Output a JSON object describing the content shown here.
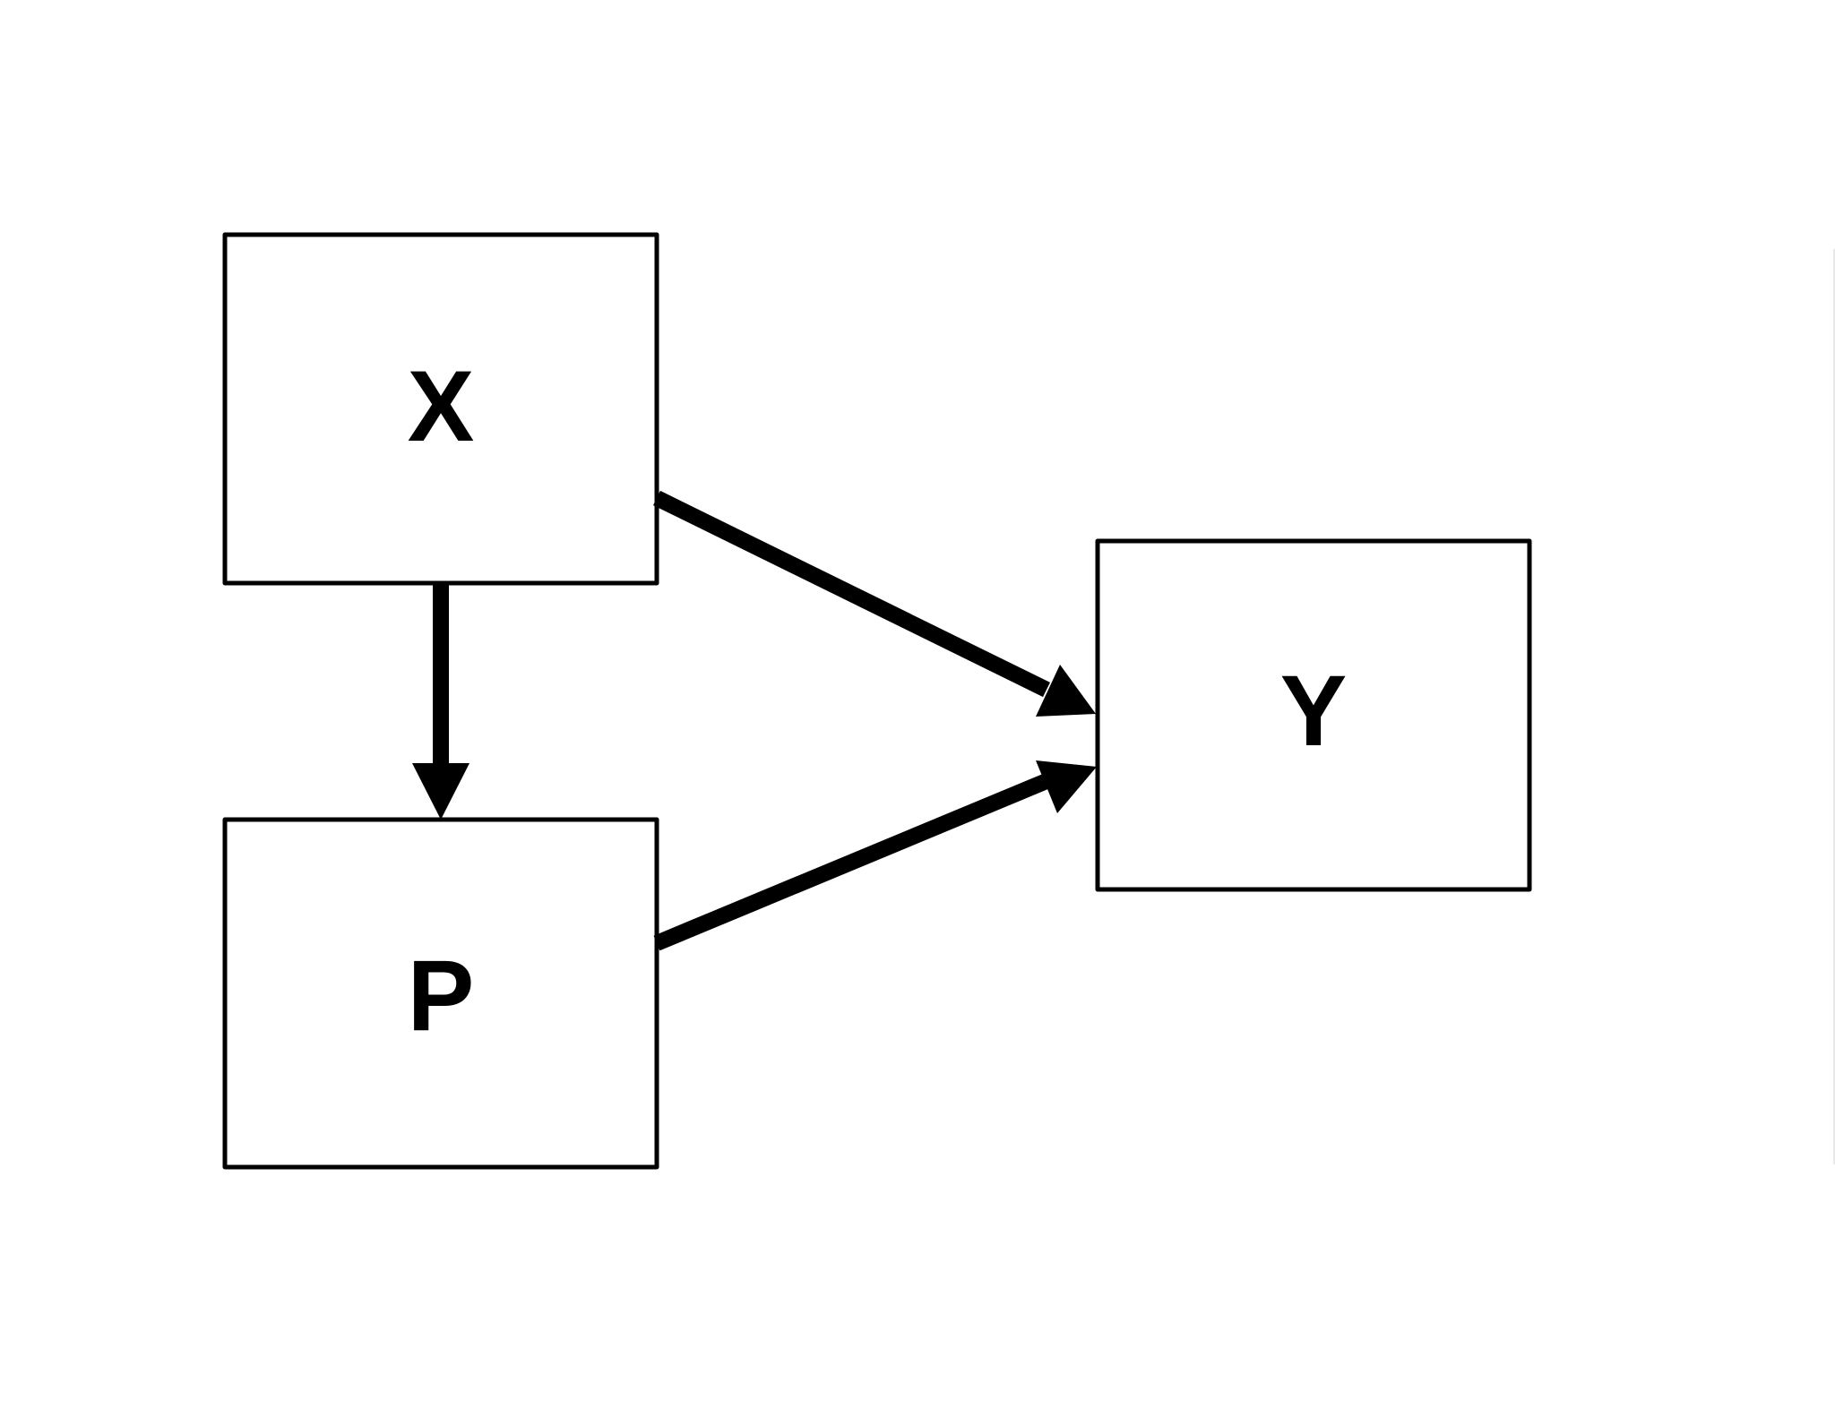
{
  "nodes": {
    "x": {
      "label": "X"
    },
    "p": {
      "label": "P"
    },
    "y": {
      "label": "Y"
    }
  },
  "edges": [
    {
      "from": "X",
      "to": "P"
    },
    {
      "from": "X",
      "to": "Y"
    },
    {
      "from": "P",
      "to": "Y"
    }
  ],
  "colors": {
    "stroke": "#000000",
    "background": "#ffffff"
  }
}
